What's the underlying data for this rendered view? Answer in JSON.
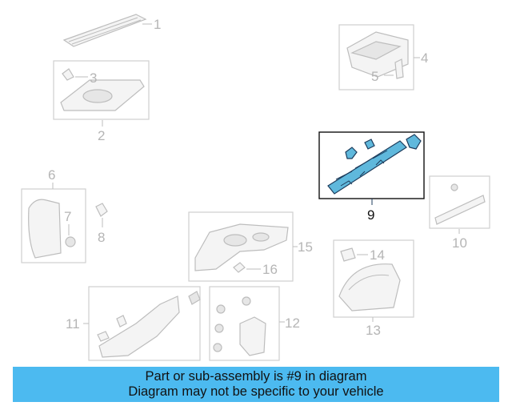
{
  "diagram": {
    "callouts": {
      "c1": "1",
      "c2": "2",
      "c3": "3",
      "c4": "4",
      "c5": "5",
      "c6": "6",
      "c7": "7",
      "c8": "8",
      "c9": "9",
      "c10": "10",
      "c11": "11",
      "c12": "12",
      "c13": "13",
      "c14": "14",
      "c15": "15",
      "c16": "16"
    },
    "highlighted_callout": "9",
    "highlight_color": "#5fb8dc"
  },
  "banner": {
    "line1": "Part or sub-assembly is #9 in diagram",
    "line2": "Diagram may not be specific to your vehicle",
    "background_color": "#4cbaf0"
  }
}
